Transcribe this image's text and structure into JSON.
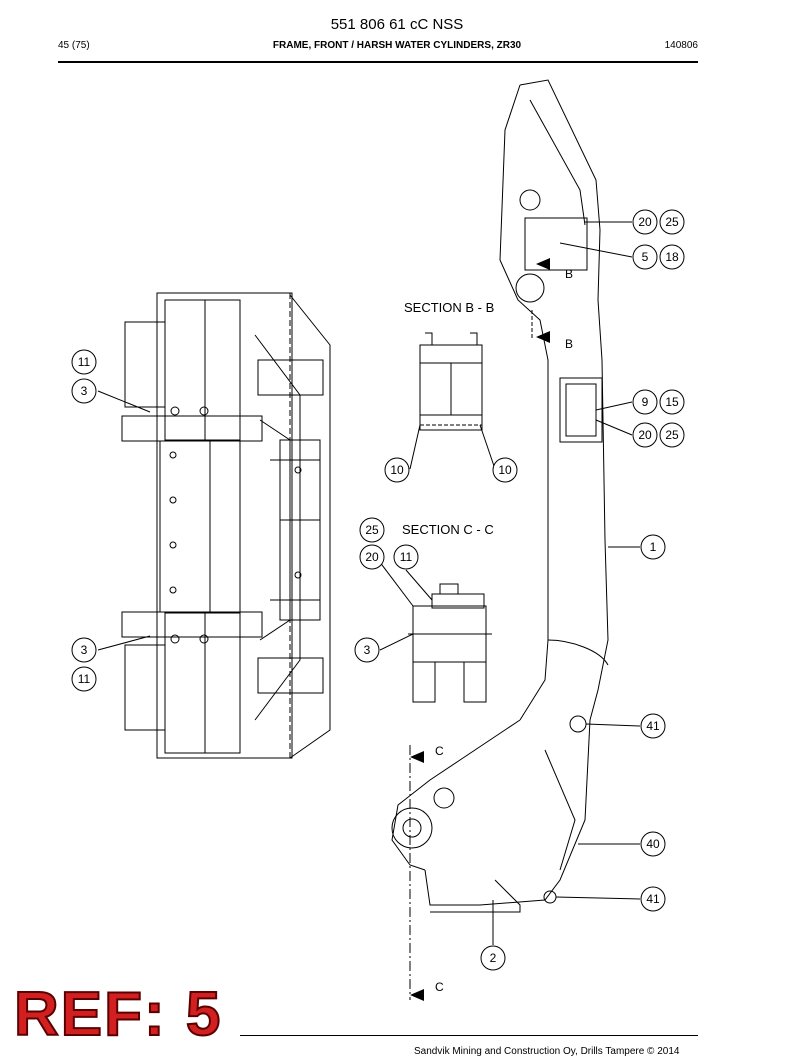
{
  "header": {
    "document_number": "551 806 61 cC NSS",
    "page": "45 (75)",
    "title": "FRAME, FRONT / HARSH WATER CYLINDERS, ZR30",
    "date": "140806"
  },
  "sections": {
    "section_b": "SECTION B - B",
    "section_c": "SECTION C - C"
  },
  "markers": {
    "b": "B",
    "c": "C"
  },
  "callouts": [
    "20",
    "25",
    "5",
    "18",
    "9",
    "15",
    "20",
    "25",
    "1",
    "41",
    "40",
    "41",
    "2",
    "11",
    "3",
    "3",
    "11",
    "10",
    "10",
    "25",
    "20",
    "11",
    "3"
  ],
  "stamp": "REF: 5",
  "footer": "Sandvik Mining and Construction Oy, Drills Tampere © 2014"
}
